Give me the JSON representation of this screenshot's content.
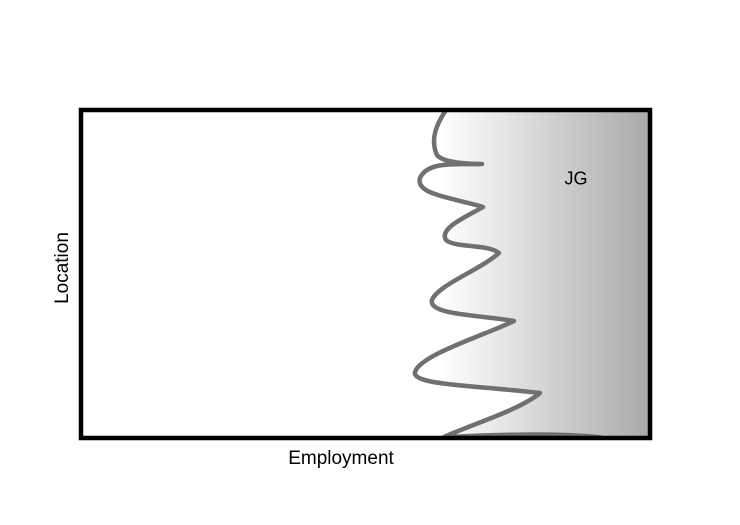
{
  "diagram": {
    "x_axis_label": "Employment",
    "y_axis_label": "Location",
    "region_label": "JG",
    "colors": {
      "frame": "#000000",
      "wavy_curve": "#707070",
      "gradient_light": "#ffffff",
      "gradient_dark": "#a9a9a9"
    }
  }
}
